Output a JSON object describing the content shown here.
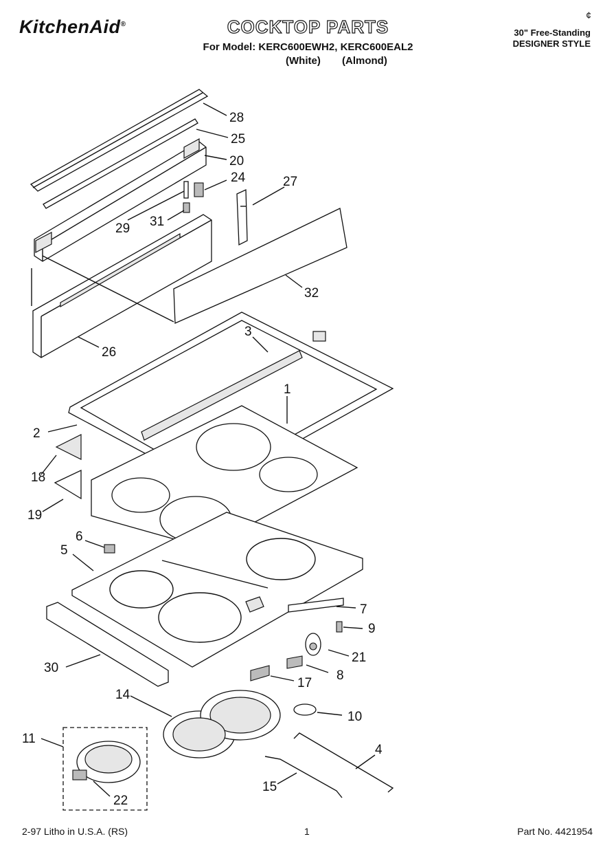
{
  "header": {
    "brand": "KitchenAid",
    "brand_mark": "®",
    "title": "COCKTOP PARTS",
    "model_line": "For Model: KERC600EWH2, KERC600EAL2",
    "color_white": "(White)",
    "color_almond": "(Almond)",
    "style_line1": "30\" Free-Standing",
    "style_line2": "DESIGNER STYLE",
    "corner_mark": "¢"
  },
  "footer": {
    "left": "2-97 Litho in U.S.A. (RS)",
    "page": "1",
    "part_no": "Part No. 4421954"
  },
  "callouts": [
    "28",
    "25",
    "20",
    "24",
    "27",
    "29",
    "31",
    "32",
    "26",
    "3",
    "1",
    "2",
    "18",
    "19",
    "6",
    "5",
    "7",
    "9",
    "21",
    "8",
    "17",
    "30",
    "14",
    "10",
    "11",
    "4",
    "15",
    "22"
  ]
}
